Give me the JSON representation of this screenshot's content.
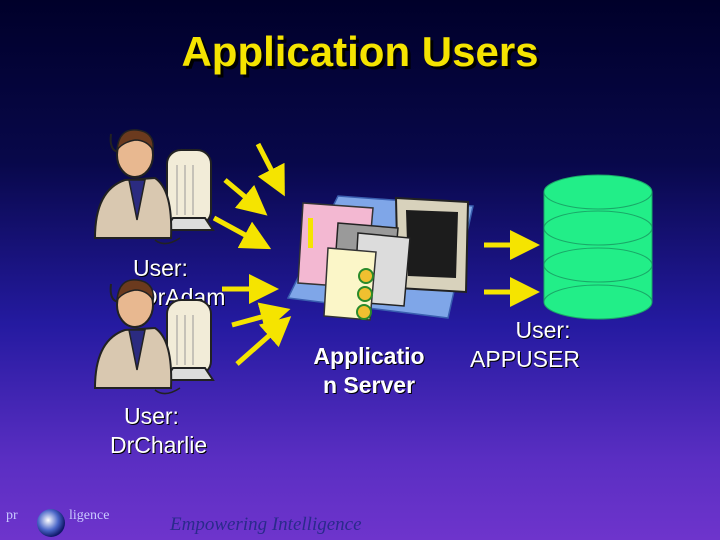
{
  "slide": {
    "title": "Application Users"
  },
  "users": [
    {
      "label_line1": "User:",
      "label_line2": "DrAdam"
    },
    {
      "label_line1": "User:",
      "label_line2": "DrCharlie"
    }
  ],
  "server": {
    "label_line1": "Applicatio",
    "label_line2": "n Server"
  },
  "db_user": {
    "label_line1": "User:",
    "label_line2": "APPUSER"
  },
  "footer": {
    "left_text": "pr",
    "middle_text": "ligence",
    "tagline": "Empowering Intelligence"
  },
  "colors": {
    "title": "#f5e400",
    "arrows": "#f5e400",
    "database": "#22ee88",
    "label": "#ffffff"
  },
  "icons": {
    "user": "person-at-computer-icon",
    "server": "application-server-icon",
    "database": "database-cylinder-icon",
    "logo": "company-logo-icon"
  }
}
